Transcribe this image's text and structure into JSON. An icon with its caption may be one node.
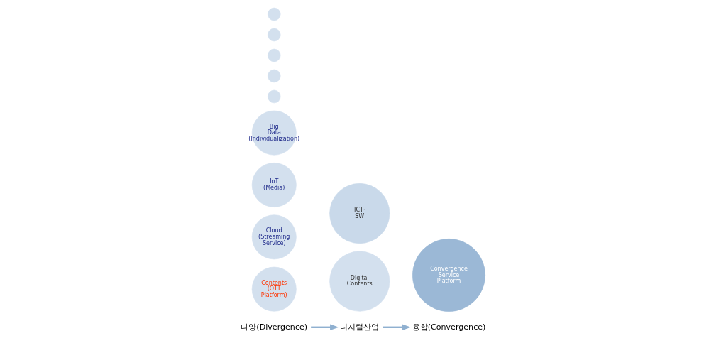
{
  "diagram": {
    "nodes": [
      {
        "text": [
          "다양(Divergence)"
        ]
      },
      {
        "text": [
          "Contents (OTT Platform)"
        ]
      },
      {
        "text": [
          "Cloud (Streaming Service)"
        ]
      },
      {
        "text": [
          "IoT (Media)"
        ]
      },
      {
        "text": [
          "Big Data (Individualization)"
        ]
      },
      {
        "text": [],
        "shape": "circle"
      },
      {
        "text": [],
        "shape": "circle"
      },
      {
        "text": [],
        "shape": "circle"
      },
      {
        "text": [],
        "shape": "circle"
      },
      {
        "text": [],
        "shape": "circle"
      },
      {
        "text": [
          "디지털산업"
        ]
      },
      {
        "text": [
          "Digital Contents"
        ]
      },
      {
        "text": [
          "ICT· SW"
        ]
      },
      {
        "text": [
          "융합(Convergence)"
        ]
      },
      {
        "text": [
          "Convergence Service Platform"
        ]
      }
    ],
    "edges": [
      {
        "from": 0,
        "to": 10,
        "arrow": "to"
      },
      {
        "from": 10,
        "to": 13,
        "arrow": "to"
      }
    ]
  }
}
